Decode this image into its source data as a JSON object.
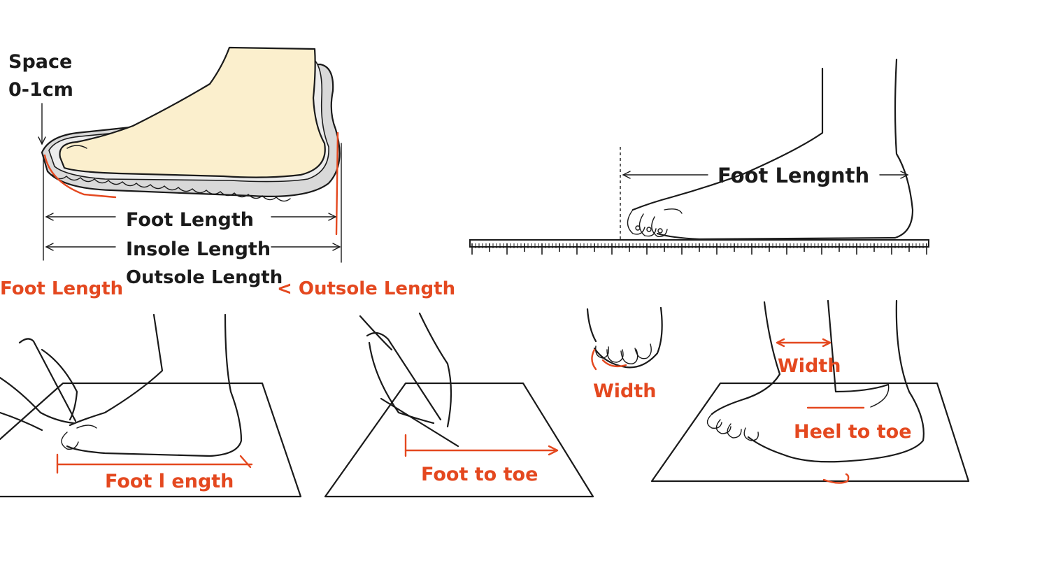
{
  "shoe_panel": {
    "space_label_line1": "Space",
    "space_label_line2": "0-1cm",
    "foot_length": "Foot Length",
    "insole_length": "Insole Length",
    "outsole_length": "Outsole Length",
    "comparison_left": "Foot Length",
    "comparison_right": "< Outsole Length"
  },
  "ruler_panel": {
    "label": "Foot Lengnth"
  },
  "tracing_panel_1": {
    "label": "Foot l ength"
  },
  "tracing_panel_2": {
    "label": "Foot to toe"
  },
  "width_panel": {
    "toes_label": "Width",
    "foot_width_label": "Width",
    "heel_label": "Heel to toe"
  },
  "colors": {
    "ink": "#1a1a1a",
    "accent": "#e4481f",
    "skin": "#fbefcd",
    "sole": "#d9d9d9"
  }
}
